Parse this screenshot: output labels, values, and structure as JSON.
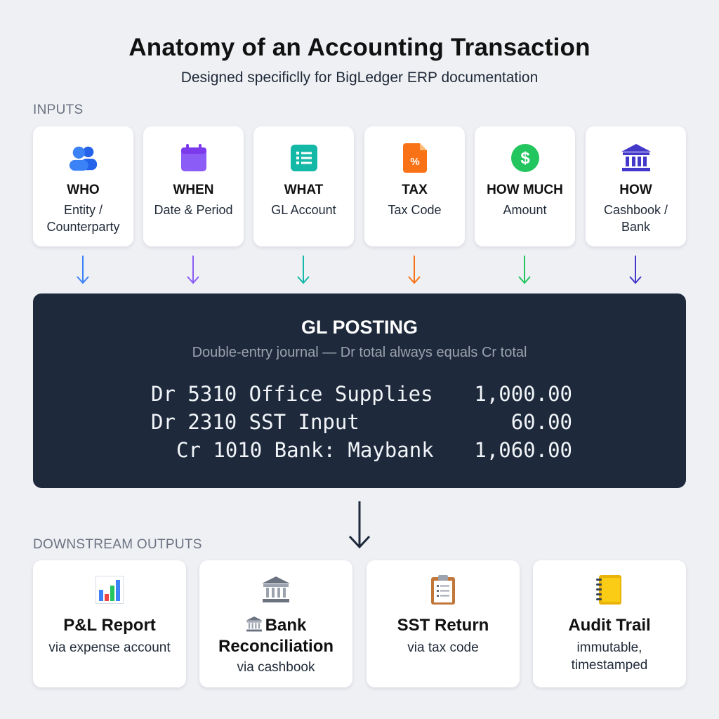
{
  "header": {
    "title": "Anatomy of an Accounting Transaction",
    "subtitle": "Designed specificlly for BigLedger ERP documentation"
  },
  "inputs": {
    "label": "INPUTS",
    "cards": [
      {
        "title": "WHO",
        "sub": "Entity / Counterparty",
        "icon": "users-icon",
        "color": "#3b82f6"
      },
      {
        "title": "WHEN",
        "sub": "Date & Period",
        "icon": "calendar-icon",
        "color": "#8b5cf6"
      },
      {
        "title": "WHAT",
        "sub": "GL Account",
        "icon": "list-icon",
        "color": "#14b8a6"
      },
      {
        "title": "TAX",
        "sub": "Tax Code",
        "icon": "tax-document-icon",
        "color": "#f97316"
      },
      {
        "title": "HOW MUCH",
        "sub": "Amount",
        "icon": "dollar-icon",
        "color": "#22c55e"
      },
      {
        "title": "HOW",
        "sub": "Cashbook / Bank",
        "icon": "bank-icon",
        "color": "#4338ca"
      }
    ]
  },
  "gl_posting": {
    "title": "GL POSTING",
    "subtitle": "Double-entry journal — Dr total always equals Cr total",
    "lines": [
      {
        "account": "Dr 5310 Office Supplies",
        "amount": "1,000.00"
      },
      {
        "account": "Dr 2310 SST Input",
        "amount": "60.00"
      },
      {
        "account": "Cr 1010 Bank: Maybank",
        "amount": "1,060.00"
      }
    ]
  },
  "outputs": {
    "label": "DOWNSTREAM OUTPUTS",
    "cards": [
      {
        "title": "P&L Report",
        "sub": "via expense account",
        "icon": "bar-chart-icon"
      },
      {
        "title": "Bank Reconciliation",
        "sub": "via cashbook",
        "icon": "bank-building-icon"
      },
      {
        "title": "SST Return",
        "sub": "via tax code",
        "icon": "clipboard-icon"
      },
      {
        "title": "Audit Trail",
        "sub": "immutable, timestamped",
        "icon": "ledger-book-icon"
      }
    ]
  },
  "colors": {
    "background": "#eef0f4",
    "panel": "#1e293b",
    "arrow_dark": "#1e293b"
  }
}
